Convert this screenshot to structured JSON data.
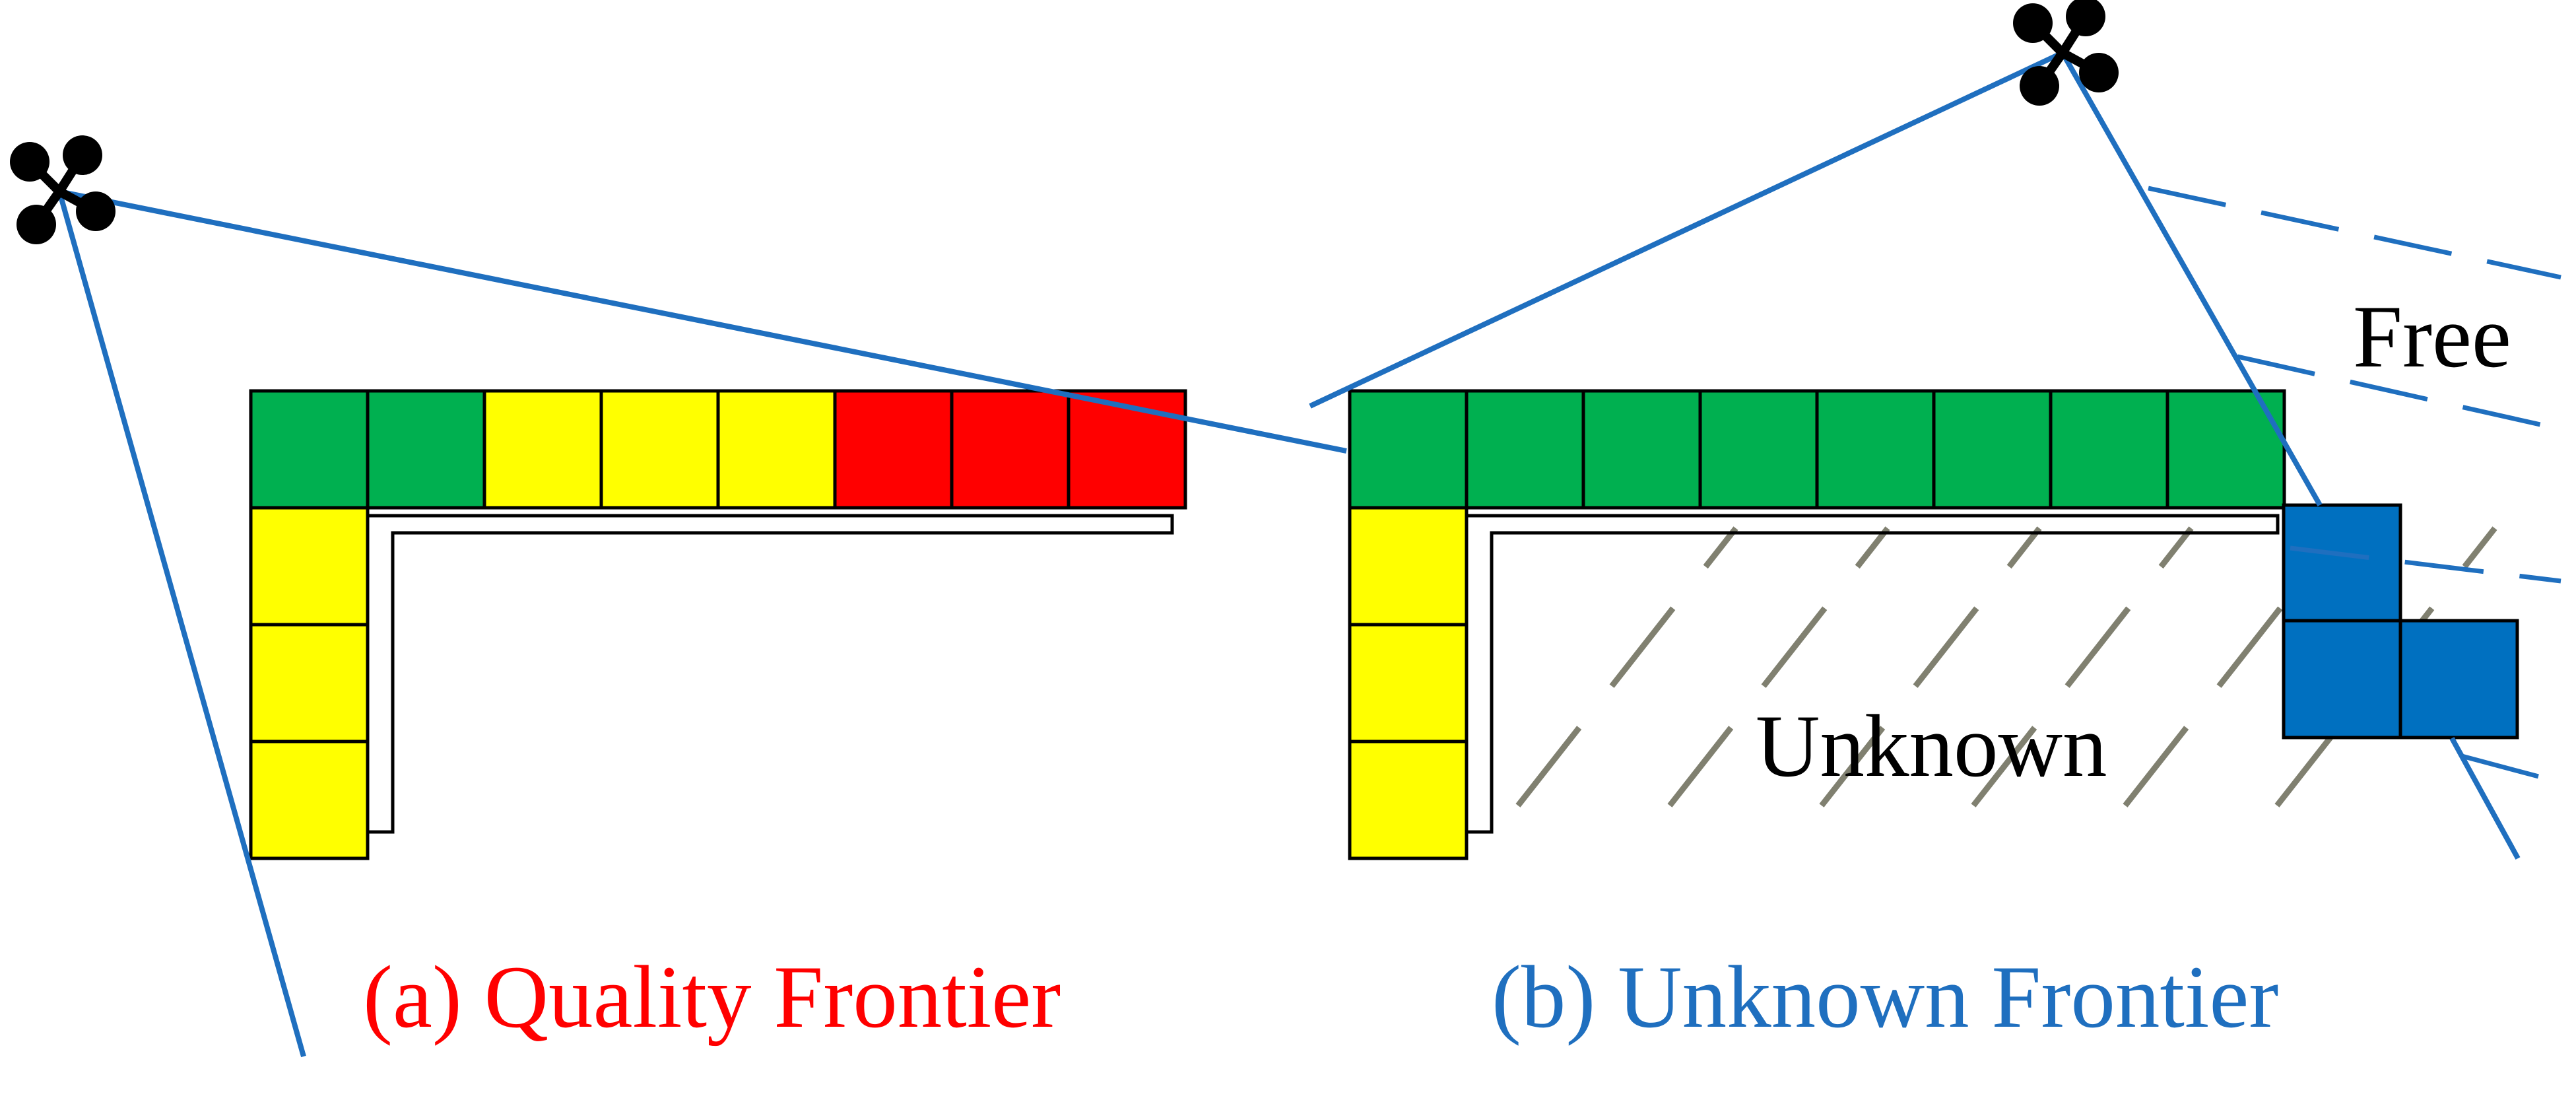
{
  "labels": {
    "free": "Free",
    "unknown": "Unknown"
  },
  "captions": {
    "a": "(a) Quality Frontier",
    "b": "(b) Unknown Frontier"
  },
  "colors": {
    "green": "#00B050",
    "yellow": "#FFFF00",
    "red": "#FF0000",
    "blue": "#0070C0",
    "ray": "#1F6FBF",
    "hatch": "#808070",
    "caption_a": "#FF0000",
    "caption_b": "#1F6FBF",
    "drone": "#000000"
  },
  "panel_a": {
    "top_row": [
      "green",
      "green",
      "yellow",
      "yellow",
      "yellow",
      "red",
      "red",
      "red"
    ],
    "left_column": [
      "yellow",
      "yellow",
      "yellow"
    ]
  },
  "panel_b": {
    "top_row": [
      "green",
      "green",
      "green",
      "green",
      "green",
      "green",
      "green",
      "green"
    ],
    "left_column": [
      "yellow",
      "yellow",
      "yellow"
    ],
    "blue_block": [
      "blue",
      "blue",
      "blue"
    ]
  },
  "icons": {
    "drone_a": "drone-icon",
    "drone_b": "drone-icon"
  }
}
